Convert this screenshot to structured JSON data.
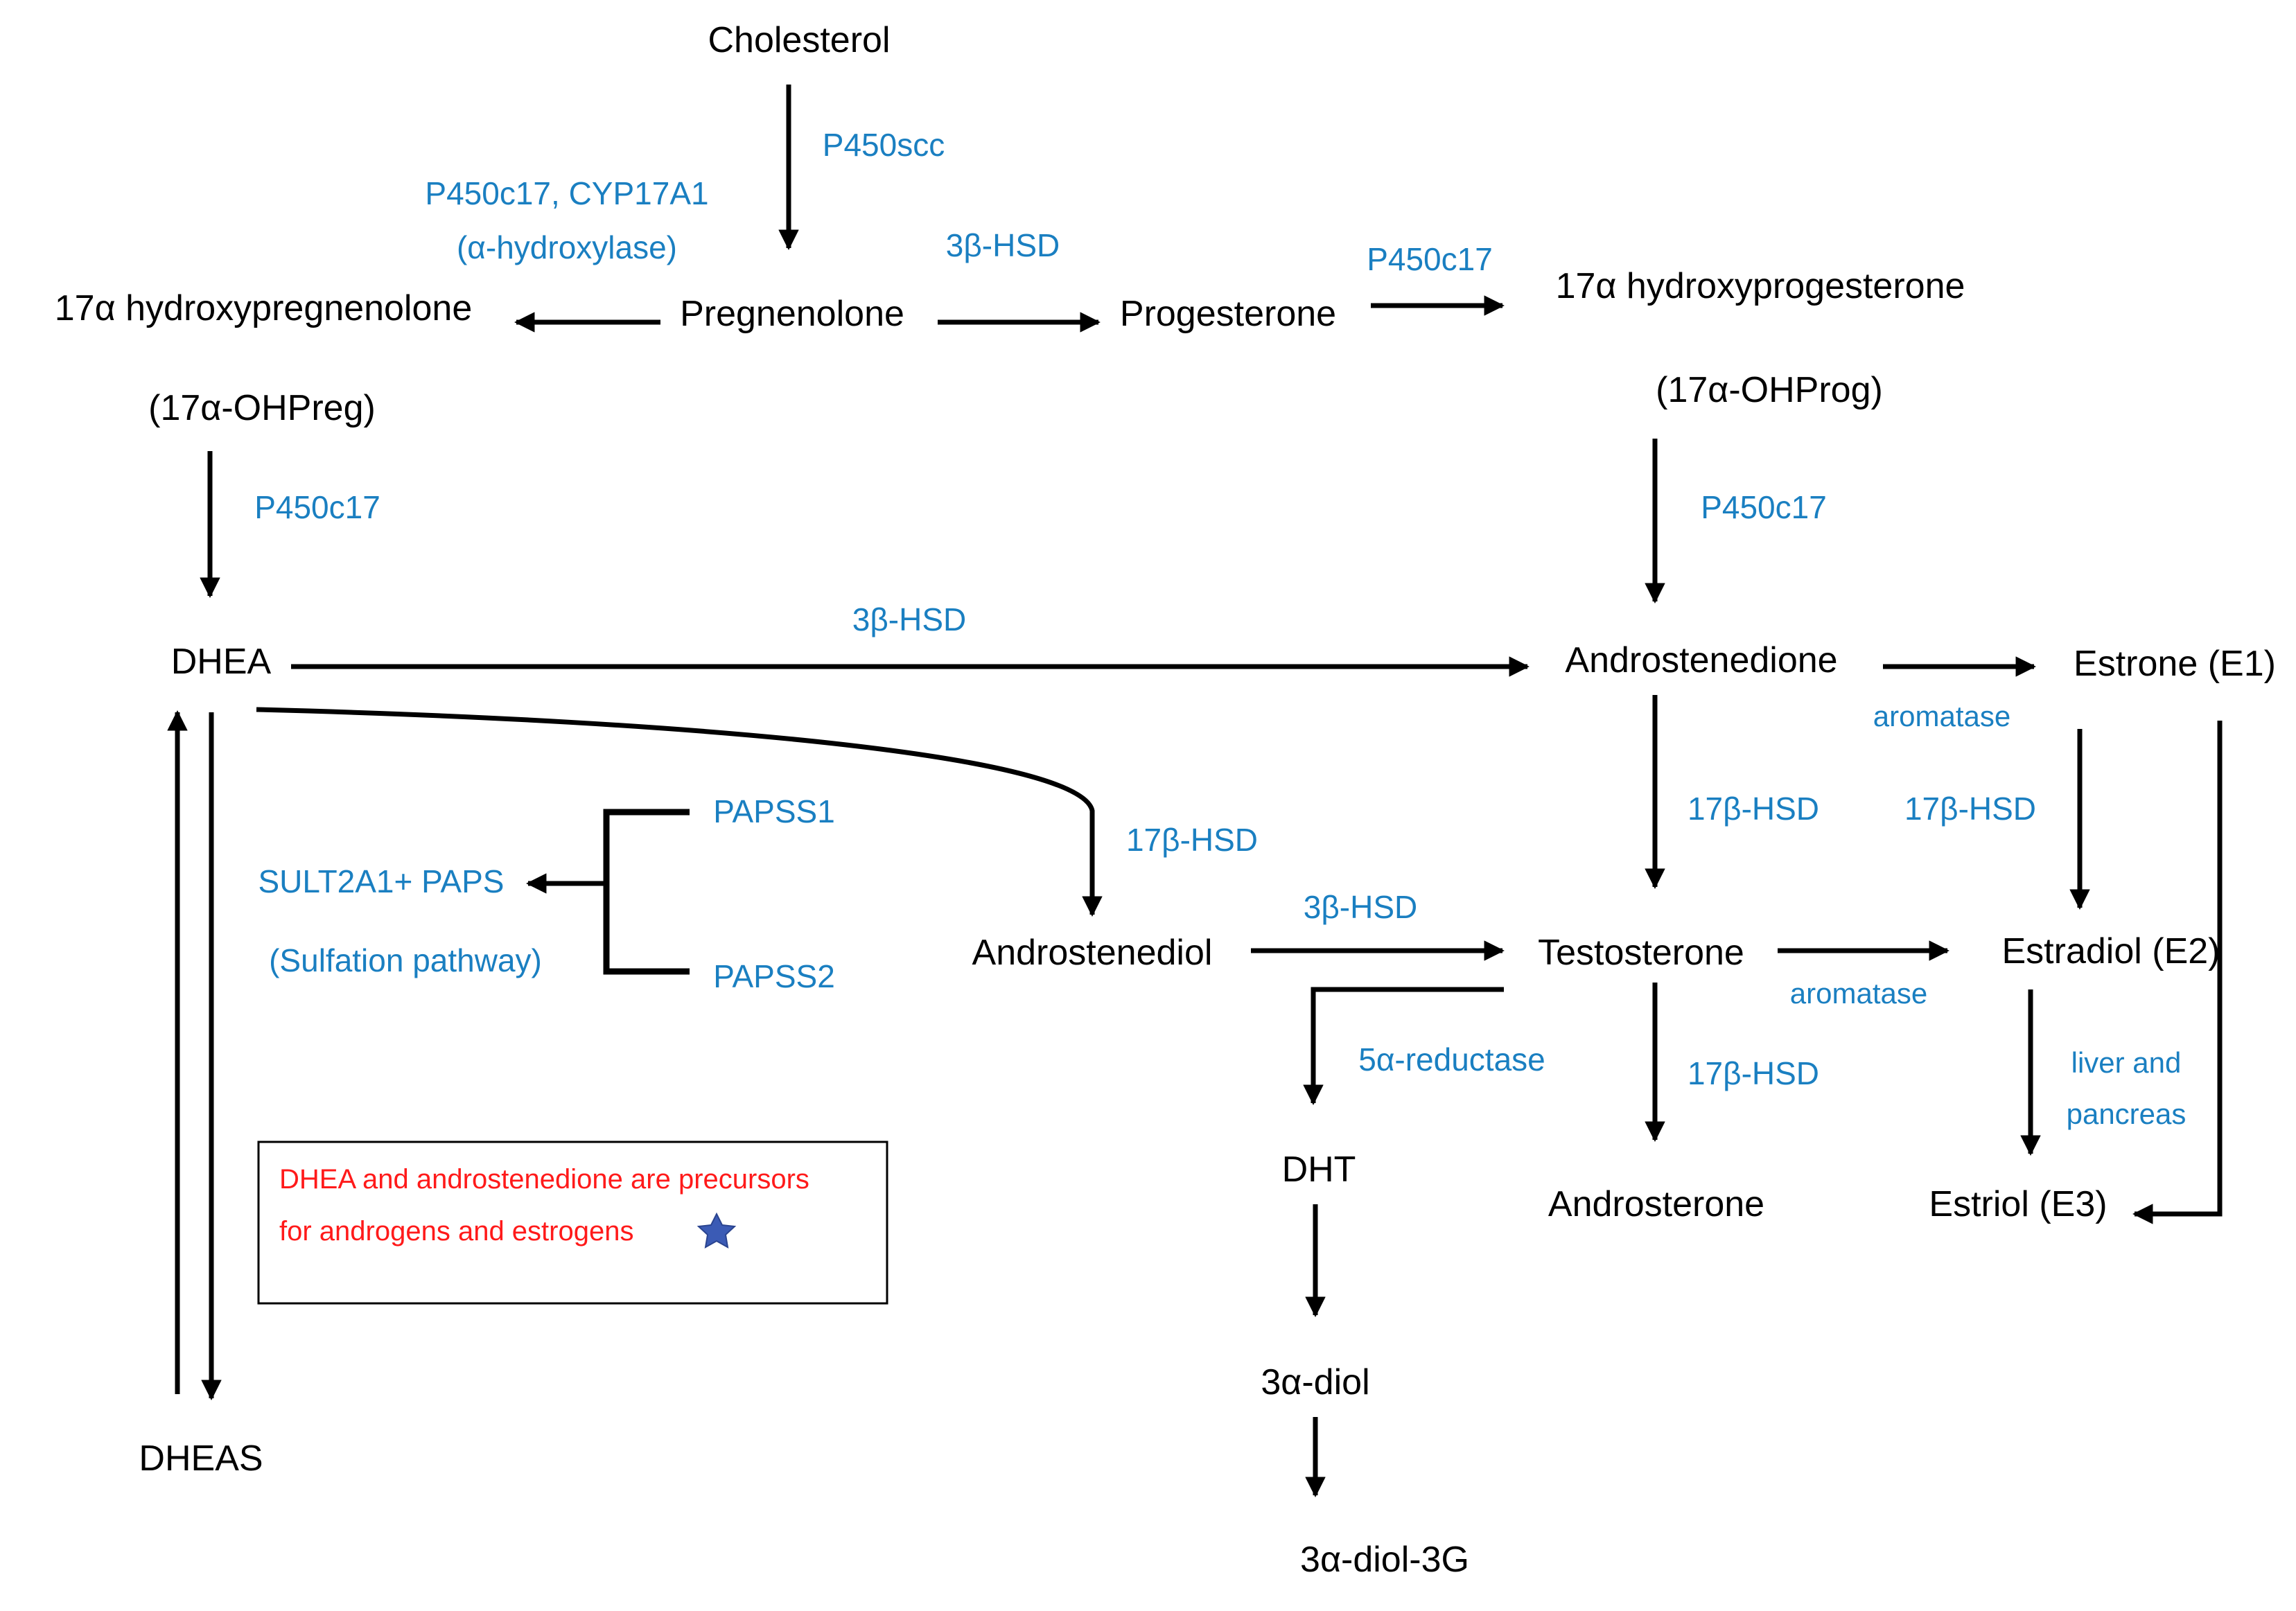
{
  "colors": {
    "metabolite": "#000000",
    "enzyme": "#1a7fc1",
    "note": "#ff1a1a",
    "star": "#3b5bb5",
    "arrow": "#000000"
  },
  "metabolites": {
    "cholesterol": "Cholesterol",
    "pregnenolone": "Pregnenolone",
    "progesterone": "Progesterone",
    "ohpreg": "17α hydroxypregnenolone",
    "ohpreg_abbr": "(17α-OHPreg)",
    "ohprog": "17α hydroxyprogesterone",
    "ohprog_abbr": "(17α-OHProg)",
    "dhea": "DHEA",
    "dheas": "DHEAS",
    "androstenedione": "Androstenedione",
    "estrone": "Estrone (E1)",
    "androstenediol": "Androstenediol",
    "testosterone": "Testosterone",
    "estradiol": "Estradiol (E2)",
    "dht": "DHT",
    "androsterone": "Androsterone",
    "estriol": "Estriol (E3)",
    "diol": "3α-diol",
    "diol3g": "3α-diol-3G"
  },
  "enzymes": {
    "p450scc": "P450scc",
    "p450c17_cyp": "P450c17, CYP17A1",
    "hydroxylase": "(α-hydroxylase)",
    "hsd3b_top": "3β-HSD",
    "p450c17_prog": "P450c17",
    "p450c17_left": "P450c17",
    "p450c17_right": "P450c17",
    "hsd3b_dhea": "3β-HSD",
    "aromatase_e1": "aromatase",
    "hsd17b_curve": "17β-HSD",
    "hsd17b_andro": "17β-HSD",
    "hsd17b_e1": "17β-HSD",
    "papss1": "PAPSS1",
    "papss2": "PAPSS2",
    "sult": "SULT2A1+ PAPS",
    "sulfation": "(Sulfation pathway)",
    "hsd3b_diol": "3β-HSD",
    "aromatase_e2": "aromatase",
    "reductase": "5α-reductase",
    "hsd17b_testo": "17β-HSD",
    "liver": "liver and",
    "pancreas": "pancreas"
  },
  "note": {
    "line1": "DHEA and androstenedione are precursors",
    "line2": "for androgens and estrogens",
    "star_icon": "star-icon"
  }
}
